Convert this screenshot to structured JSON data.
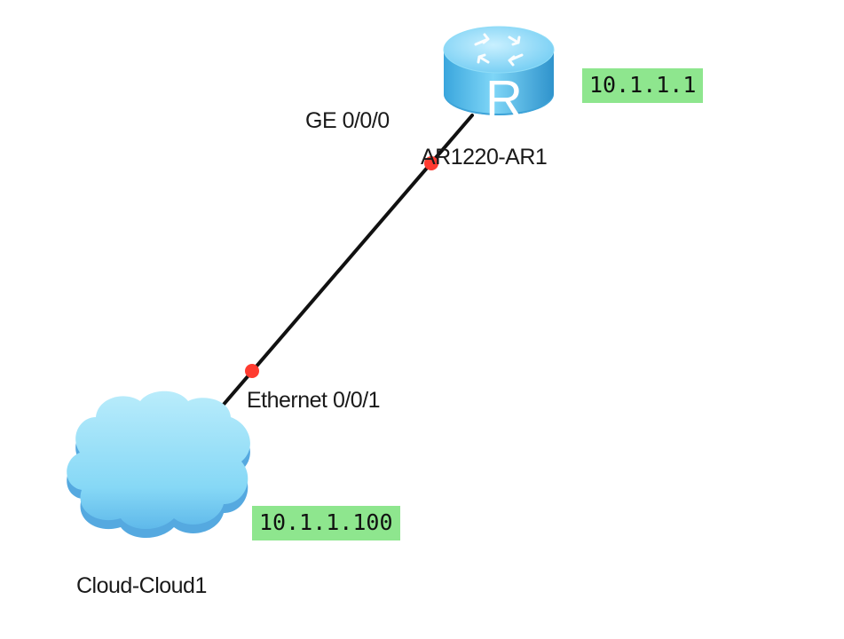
{
  "router": {
    "name": "AR1220-AR1",
    "ip": "10.1.1.1",
    "interface": "GE 0/0/0",
    "icon": "router-icon",
    "icon_letter": "R"
  },
  "cloud": {
    "name": "Cloud-Cloud1",
    "ip": "10.1.1.100",
    "interface": "Ethernet 0/0/1",
    "icon": "cloud-icon"
  },
  "colors": {
    "ip_label_bg": "#8ee68e",
    "link": "#111111",
    "port_dot": "#ff3b30",
    "router_body": "#5ec4ee",
    "cloud_body": "#8fdcf7"
  }
}
